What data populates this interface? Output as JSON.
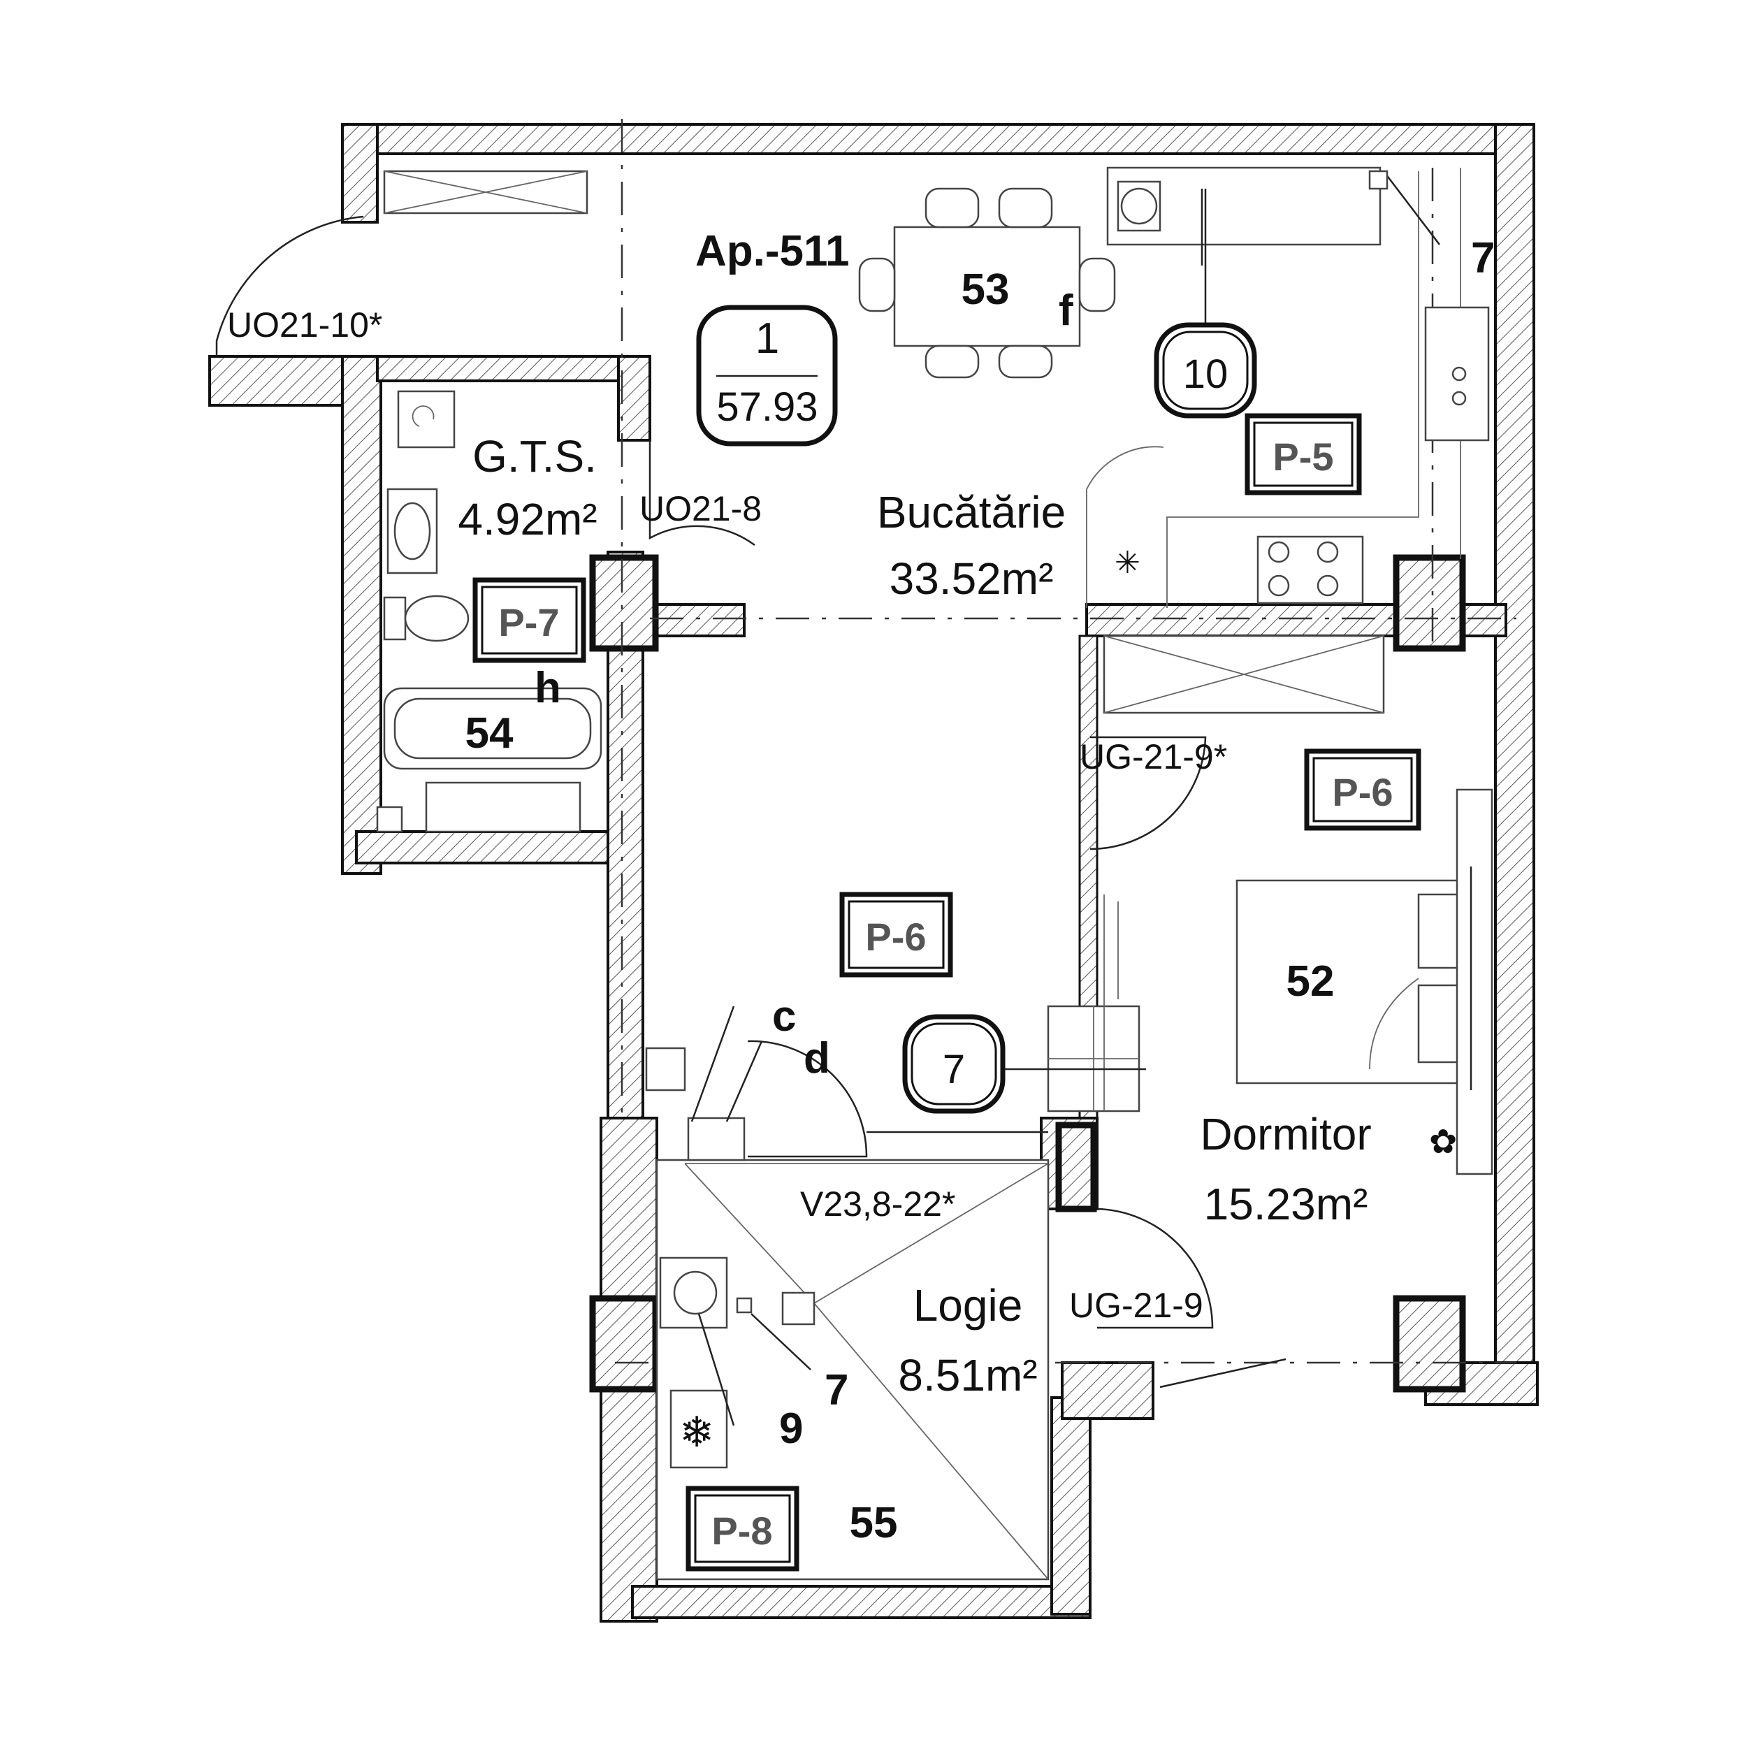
{
  "apartment": {
    "label": "Ap.-511",
    "rooms": "1",
    "area": "57.93"
  },
  "rooms": {
    "gts": {
      "name": "G.T.S.",
      "area": "4.92m²"
    },
    "kitchen": {
      "name": "Bucătărie",
      "area": "33.52m²"
    },
    "bedroom": {
      "name": "Dormitor",
      "area": "15.23m²"
    },
    "loggia": {
      "name": "Logie",
      "area": "8.51m²"
    }
  },
  "openings": {
    "door_uo21_10": "UO21-10*",
    "door_uo21_8": "UO21-8",
    "door_ug21_9_star": "UG-21-9*",
    "door_ug21_9": "UG-21-9",
    "window_v23": "V23,8-22*"
  },
  "finish_tags": {
    "p5": "P-5",
    "p6_bedroom": "P-6",
    "p6_hall": "P-6",
    "p7": "P-7",
    "p8": "P-8"
  },
  "callouts": {
    "c10": "10",
    "c7": "7"
  },
  "furniture_numbers": {
    "n53": "53",
    "n54": "54",
    "n52": "52",
    "n55": "55"
  },
  "markers": {
    "f": "f",
    "h": "h",
    "c": "c",
    "d": "d",
    "seven_top": "7",
    "seven_loggia": "7",
    "nine": "9"
  },
  "icons": [
    "snowflake-icon",
    "flower-icon",
    "swirl-icon",
    "star-icon"
  ]
}
